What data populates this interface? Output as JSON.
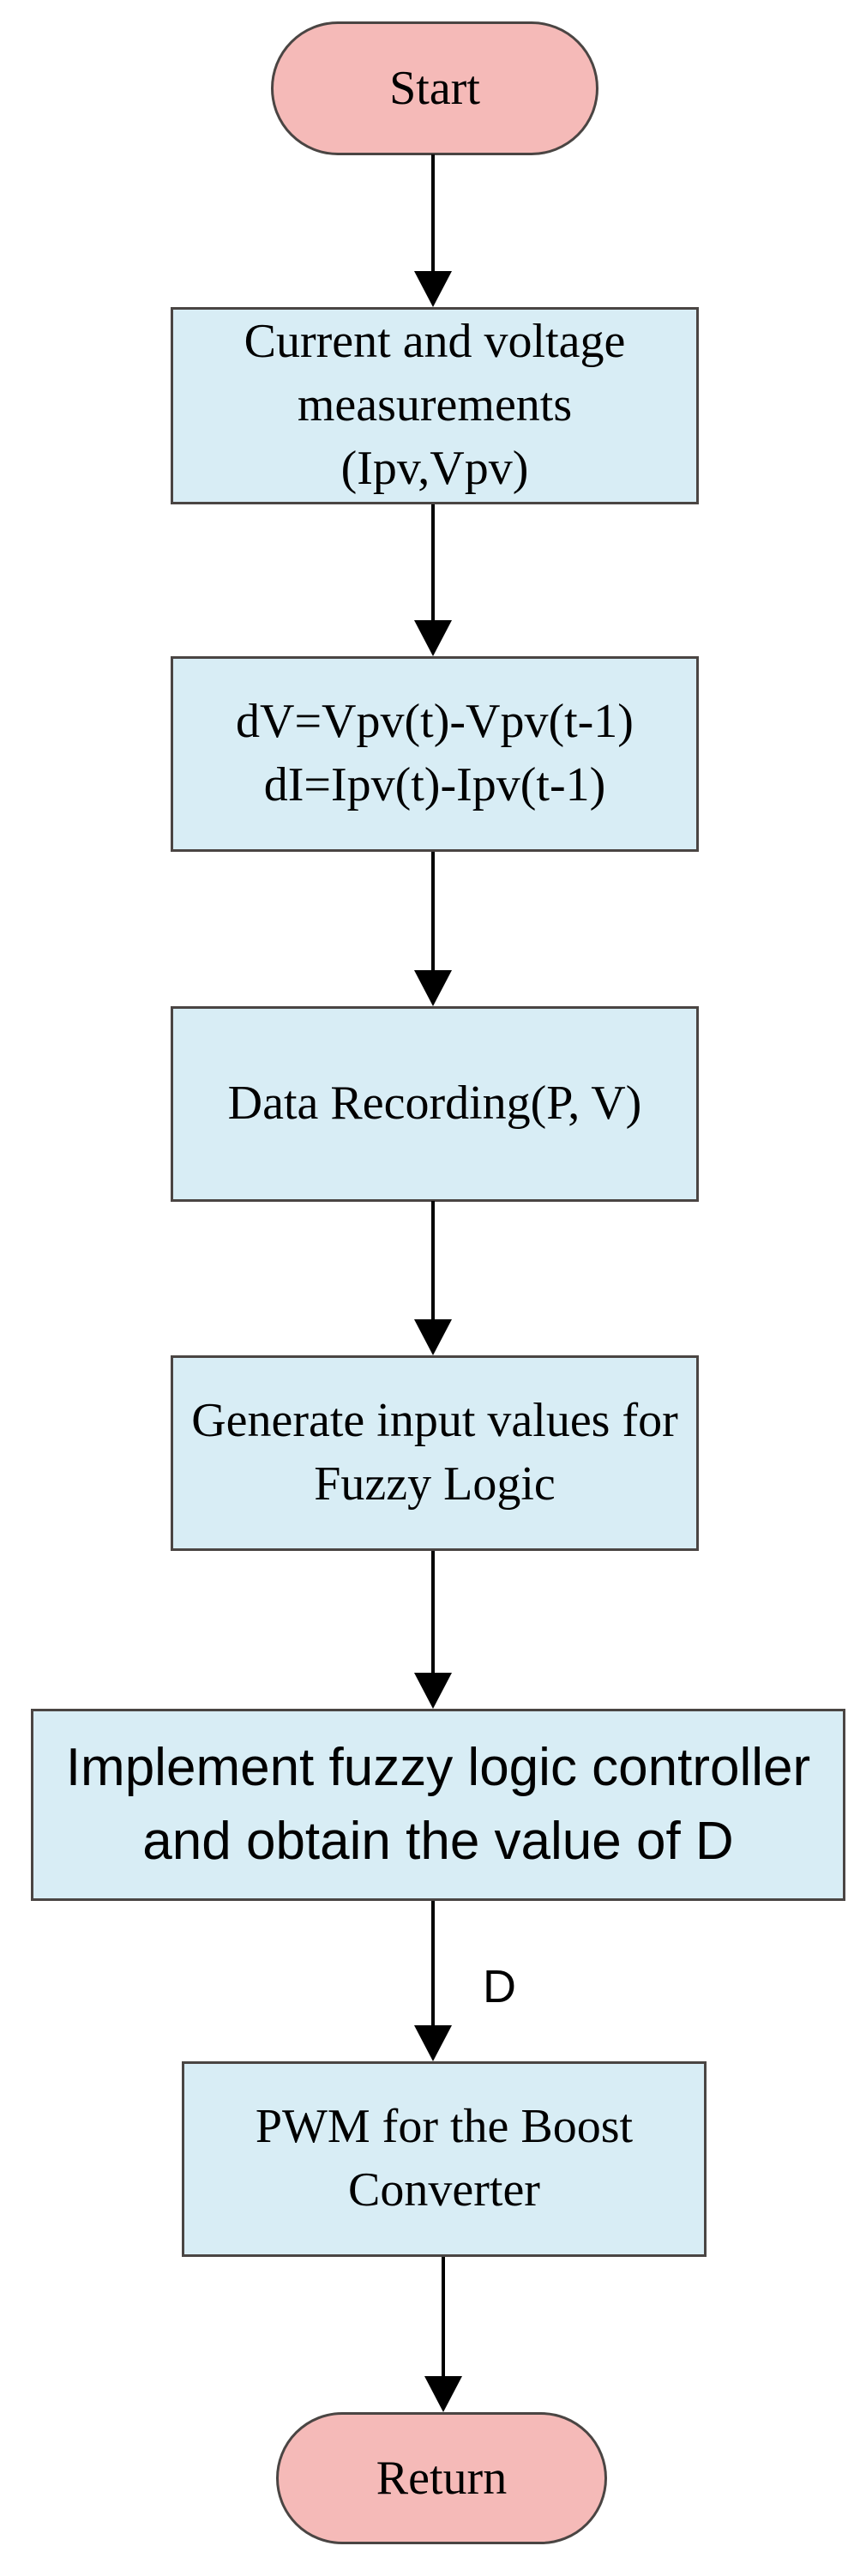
{
  "diagram": {
    "colors": {
      "terminator_fill": "#f5bab8",
      "process_fill": "#d8edf5",
      "outline": "#4a4543",
      "arrow": "#000000"
    },
    "nodes": {
      "start": {
        "type": "terminator",
        "label": "Start"
      },
      "measure": {
        "type": "process",
        "label": "Current and voltage\nmeasurements\n(Ipv,Vpv)"
      },
      "delta": {
        "type": "process",
        "label": "dV=Vpv(t)-Vpv(t-1)\ndI=Ipv(t)-Ipv(t-1)"
      },
      "recording": {
        "type": "process",
        "label": "Data Recording(P, V)"
      },
      "generate": {
        "type": "process",
        "label": "Generate input values for\nFuzzy Logic"
      },
      "fuzzy": {
        "type": "process",
        "label": "Implement fuzzy logic controller\nand obtain the value of D"
      },
      "pwm": {
        "type": "process",
        "label": "PWM for the Boost\nConverter"
      },
      "return": {
        "type": "terminator",
        "label": "Return"
      }
    },
    "edge_labels": {
      "duty_cycle": "D"
    }
  }
}
